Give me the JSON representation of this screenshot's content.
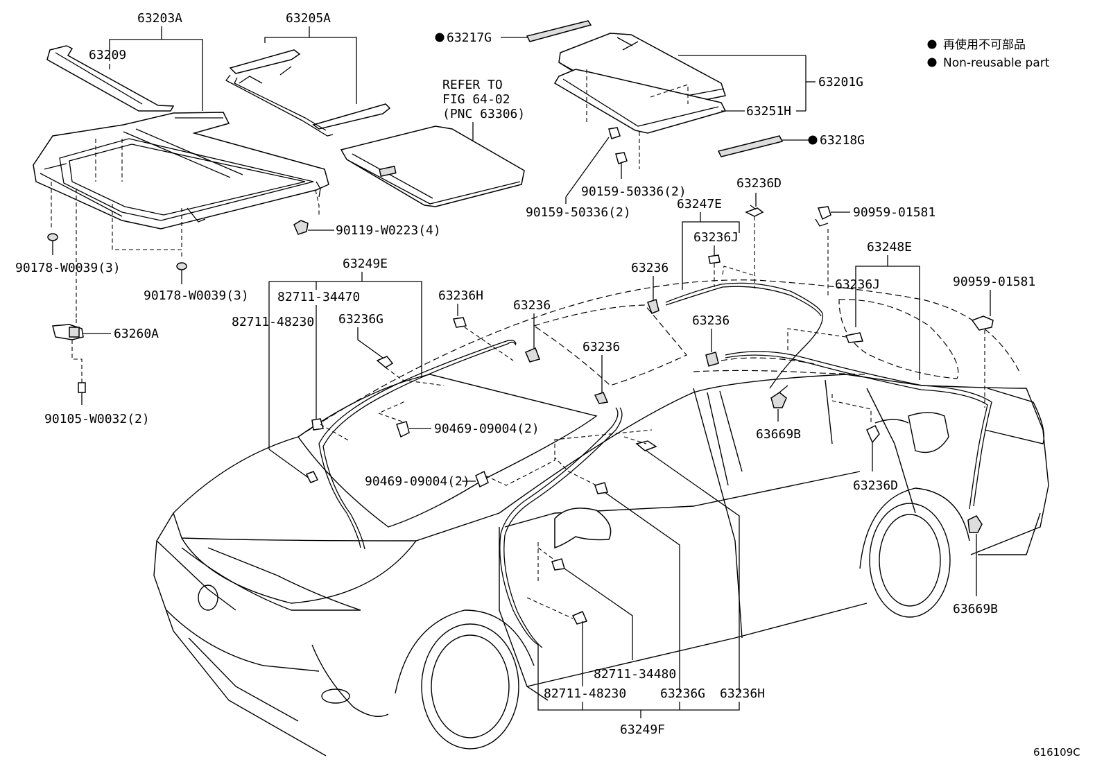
{
  "legend": {
    "marker_color": "#000000",
    "jp": "再使用不可部品",
    "en": "Non-reusable part"
  },
  "figure_id": "616109C",
  "note_refer": {
    "line1": "REFER TO",
    "line2": "FIG 64-02",
    "line3": "(PNC 63306)"
  },
  "labels": {
    "p63203A": "63203A",
    "p63209": "63209",
    "p63205A": "63205A",
    "p63217G": "63217G",
    "p63201G": "63201G",
    "p63251H": "63251H",
    "p63218G": "63218G",
    "p90159_a": "90159-50336(2)",
    "p90159_b": "90159-50336(2)",
    "p90119": "90119-W0223(4)",
    "p90178_a": "90178-W0039(3)",
    "p90178_b": "90178-W0039(3)",
    "p63260A": "63260A",
    "p90105": "90105-W0032(2)",
    "p63236D_top": "63236D",
    "p63247E": "63247E",
    "p63236J_a": "63236J",
    "p90959_a": "90959-01581",
    "p63248E": "63248E",
    "p63236J_b": "63236J",
    "p90959_b": "90959-01581",
    "p63249E": "63249E",
    "p82711_34470": "82711-34470",
    "p82711_48230_a": "82711-48230",
    "p63236G_a": "63236G",
    "p63236H_a": "63236H",
    "p63236_1": "63236",
    "p63236_2": "63236",
    "p63236_3": "63236",
    "p63236_4": "63236",
    "p90469_a": "90469-09004(2)",
    "p90469_b": "90469-09004(2)",
    "p63669B_a": "63669B",
    "p63236D_bot": "63236D",
    "p63669B_b": "63669B",
    "p82711_34480": "82711-34480",
    "p82711_48230_b": "82711-48230",
    "p63236G_b": "63236G",
    "p63236H_b": "63236H",
    "p63249F": "63249F"
  }
}
